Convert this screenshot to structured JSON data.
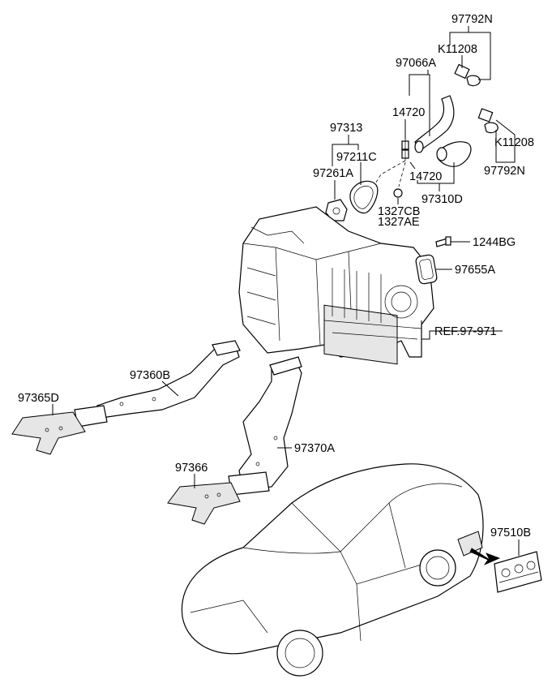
{
  "labels": {
    "p97792N_top": "97792N",
    "pK11208_top": "K11208",
    "p97066A": "97066A",
    "p14720_upper": "14720",
    "p97313": "97313",
    "p97211C": "97211C",
    "p97261A": "97261A",
    "p14720_lower": "14720",
    "pK11208_right": "K11208",
    "p97792N_right": "97792N",
    "p1327CB": "1327CB",
    "p1327AE": "1327AE",
    "p97310D": "97310D",
    "p1244BG": "1244BG",
    "p97655A": "97655A",
    "ref": "REF.97-971",
    "p97360B": "97360B",
    "p97365D": "97365D",
    "p97370A": "97370A",
    "p97366": "97366",
    "p97510B": "97510B"
  }
}
